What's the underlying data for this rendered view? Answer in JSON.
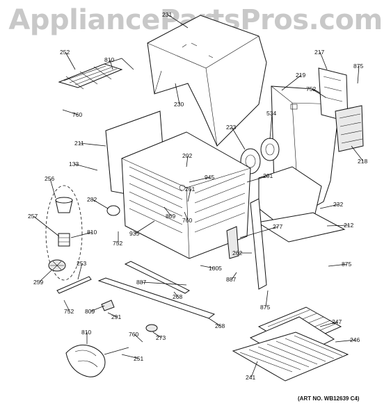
{
  "watermark": "AppliancePartsPros.com",
  "art_number": "(ART NO. WB12639 C4)",
  "callouts": [
    "231",
    "252",
    "810",
    "760",
    "230",
    "217",
    "875",
    "219",
    "752",
    "534",
    "223",
    "218",
    "211",
    "202",
    "945",
    "133",
    "256",
    "201",
    "261",
    "282",
    "809",
    "760",
    "257",
    "810",
    "935",
    "752",
    "232",
    "212",
    "277",
    "262",
    "253",
    "259",
    "1005",
    "875",
    "887",
    "887",
    "268",
    "752",
    "809",
    "291",
    "875",
    "247",
    "268",
    "246",
    "810",
    "760",
    "273",
    "251",
    "241"
  ]
}
